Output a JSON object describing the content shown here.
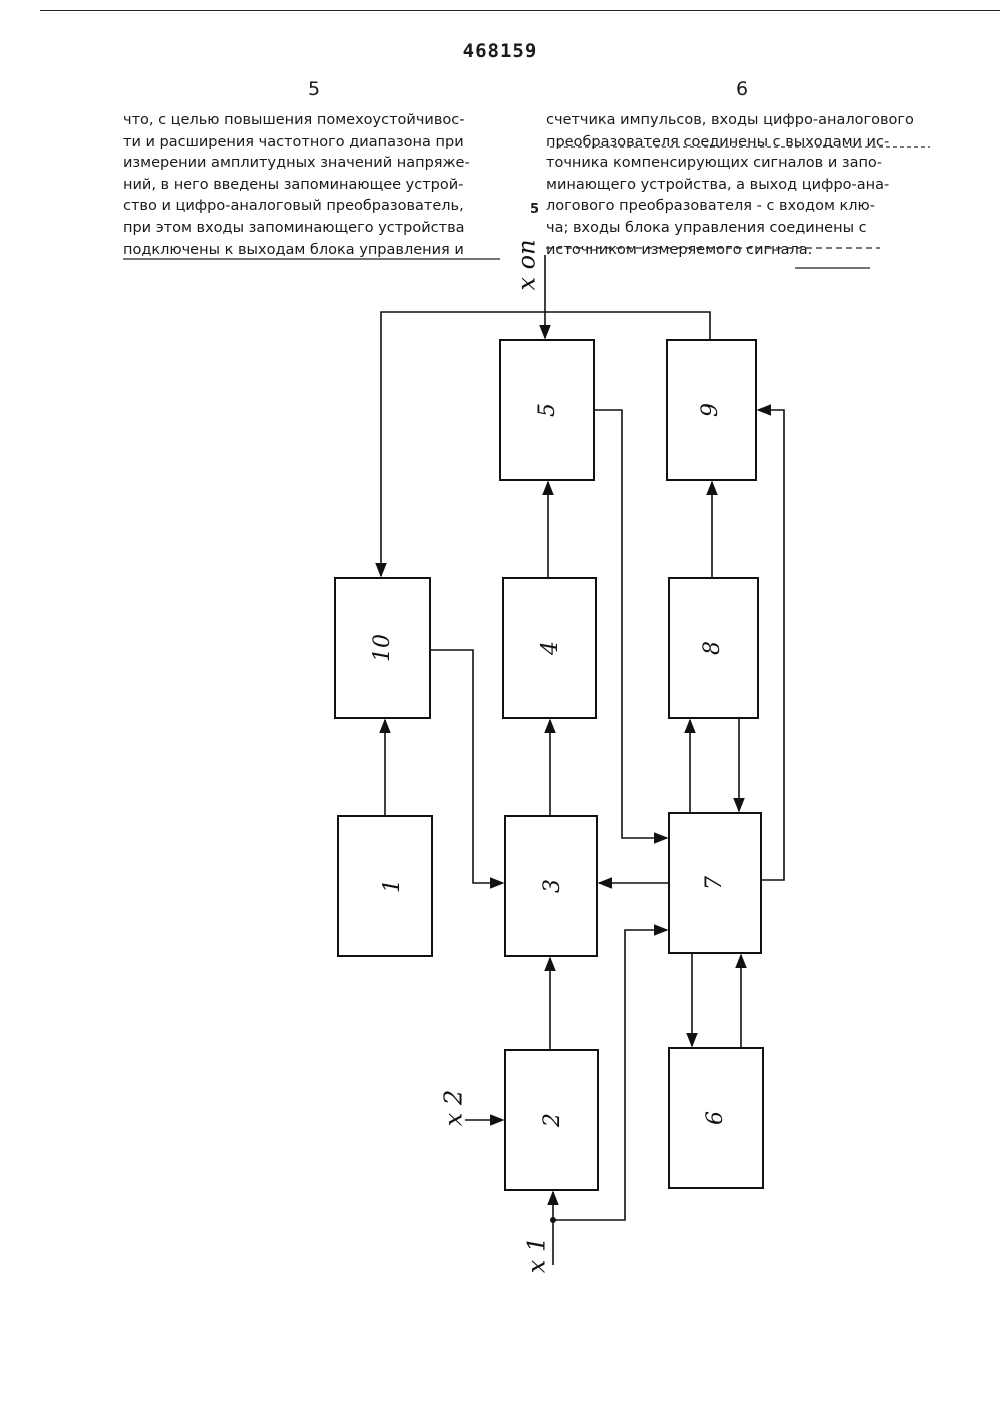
{
  "patent_number": "468159",
  "page_left": "5",
  "page_right": "6",
  "line_marker": "5",
  "left_column": [
    "что, с целью повышения помехоустойчивос-",
    "ти и расширения частотного диапазона при",
    "измерении амплитудных значений напряже-",
    "ний, в него введены запоминающее устрой-",
    "ство и цифро-аналоговый преобразователь,",
    "при этом входы запоминающего устройства",
    "подключены к выходам блока управления и"
  ],
  "right_column": [
    "счетчика импульсов, входы цифро-аналогового",
    "преобразователя соединены с выходами ис-",
    "точника компенсирующих сигналов и запо-",
    "минающего устройства, а выход цифро-ана-",
    "логового преобразователя - с входом клю-",
    "ча; входы блока управления соединены с",
    "источником измеряемого сигнала."
  ],
  "diagram": {
    "blocks": {
      "b1": "1",
      "b2": "2",
      "b3": "3",
      "b4": "4",
      "b5": "5",
      "b6": "6",
      "b7": "7",
      "b8": "8",
      "b9": "9",
      "b10": "10"
    },
    "signals": {
      "x_on": "x оп",
      "x1": "x 1",
      "x2": "x 2"
    },
    "colors": {
      "ink": "#111111",
      "paper": "#ffffff"
    }
  }
}
